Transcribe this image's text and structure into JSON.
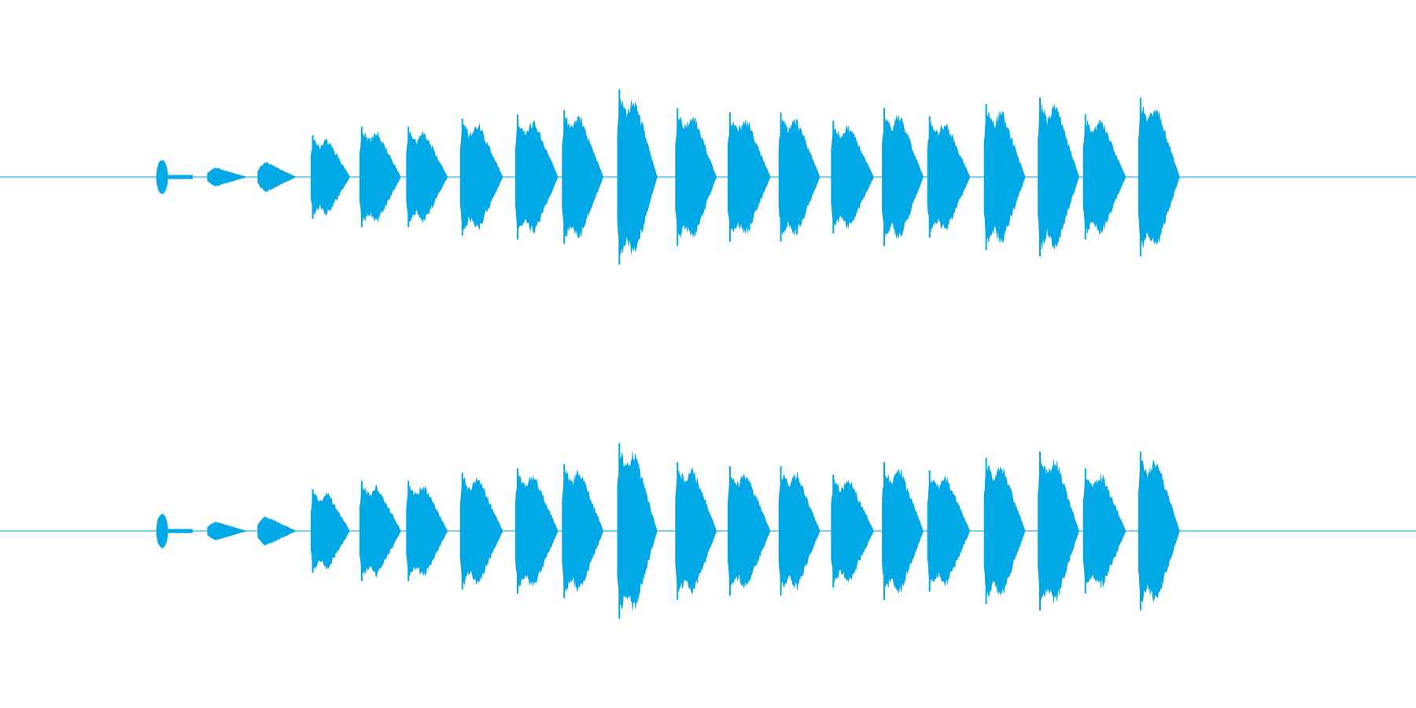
{
  "waveform": {
    "color": "#00a8e6",
    "channels": [
      {
        "channel": "left"
      },
      {
        "channel": "right"
      }
    ],
    "segments": [
      {
        "start": 0.1105,
        "end": 0.1185,
        "amp": 0.09,
        "shape": "dot"
      },
      {
        "start": 0.1185,
        "end": 0.136,
        "amp": 0.01,
        "shape": "flat"
      },
      {
        "start": 0.1465,
        "end": 0.174,
        "amp": 0.05,
        "shape": "bump"
      },
      {
        "start": 0.182,
        "end": 0.209,
        "amp": 0.08,
        "shape": "bump"
      },
      {
        "start": 0.2195,
        "end": 0.247,
        "amp": 0.2,
        "shape": "attack"
      },
      {
        "start": 0.254,
        "end": 0.283,
        "amp": 0.24,
        "shape": "attack"
      },
      {
        "start": 0.287,
        "end": 0.316,
        "amp": 0.24,
        "shape": "attack"
      },
      {
        "start": 0.325,
        "end": 0.355,
        "amp": 0.28,
        "shape": "attack"
      },
      {
        "start": 0.364,
        "end": 0.394,
        "amp": 0.3,
        "shape": "attack"
      },
      {
        "start": 0.397,
        "end": 0.426,
        "amp": 0.32,
        "shape": "attack"
      },
      {
        "start": 0.436,
        "end": 0.464,
        "amp": 0.42,
        "shape": "attack"
      },
      {
        "start": 0.477,
        "end": 0.506,
        "amp": 0.33,
        "shape": "attack"
      },
      {
        "start": 0.514,
        "end": 0.544,
        "amp": 0.31,
        "shape": "attack"
      },
      {
        "start": 0.55,
        "end": 0.579,
        "amp": 0.31,
        "shape": "attack"
      },
      {
        "start": 0.587,
        "end": 0.617,
        "amp": 0.27,
        "shape": "attack"
      },
      {
        "start": 0.623,
        "end": 0.652,
        "amp": 0.33,
        "shape": "attack"
      },
      {
        "start": 0.655,
        "end": 0.685,
        "amp": 0.29,
        "shape": "attack"
      },
      {
        "start": 0.695,
        "end": 0.724,
        "amp": 0.35,
        "shape": "attack"
      },
      {
        "start": 0.733,
        "end": 0.762,
        "amp": 0.38,
        "shape": "attack"
      },
      {
        "start": 0.765,
        "end": 0.795,
        "amp": 0.3,
        "shape": "attack"
      },
      {
        "start": 0.804,
        "end": 0.833,
        "amp": 0.38,
        "shape": "attack"
      }
    ]
  }
}
